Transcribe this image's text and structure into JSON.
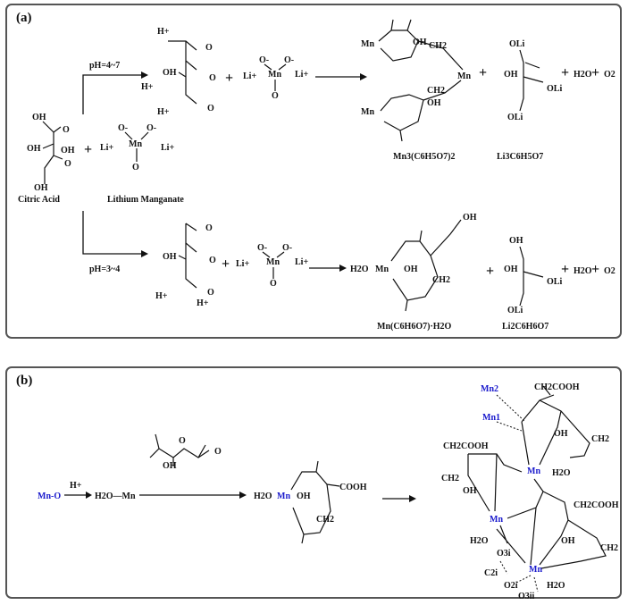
{
  "panel_a": {
    "label": "(a)",
    "citric_acid_label": "Citric Acid",
    "lithium_manganate_label": "Lithium Manganate",
    "condition_top": "pH=4~7",
    "condition_bottom": "pH=3~4",
    "product_top_1": "Mn3(C6H5O7)2",
    "product_top_2": "Li3C6H5O7",
    "product_bottom_1": "Mn(C6H6O7)·H2O",
    "product_bottom_2": "Li2C6H6O7",
    "plus": "+",
    "h2o": "H2O",
    "o2": "O2",
    "ion_li": "Li+",
    "ion_h": "H+",
    "ion_o": "O-",
    "atom_mn": "Mn",
    "atom_o": "O",
    "group_oh": "OH",
    "group_oli": "OLi",
    "group_ch2": "CH2"
  },
  "panel_b": {
    "label": "(b)",
    "mn_o": "Mn-O",
    "ion_h": "H+",
    "h2o_mn": "H2O—Mn",
    "atom_mn": "Mn",
    "atom_o": "O",
    "group_oh": "OH",
    "group_h2o": "H2O",
    "group_cooh": "COOH",
    "group_ch2": "CH2",
    "group_ch2cooh": "CH2COOH",
    "mn1": "Mn1",
    "mn2": "Mn2",
    "o3i": "O3i",
    "c2i": "C2i",
    "o2i": "O2i",
    "o3ii": "O3ii"
  },
  "colors": {
    "manganese_label": "#1a1acc",
    "border": "#555555"
  }
}
